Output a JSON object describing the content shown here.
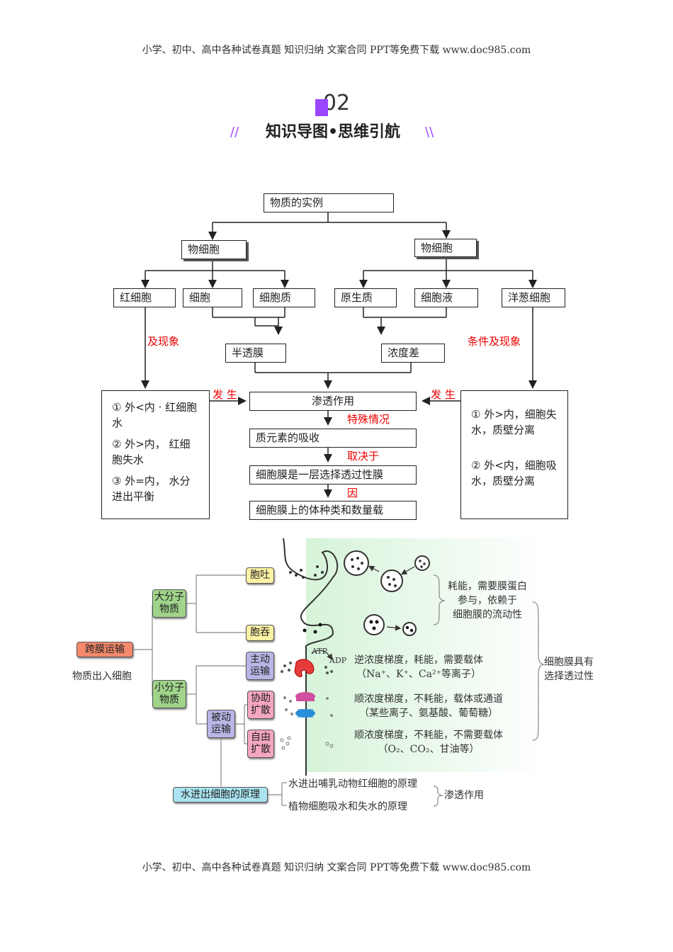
{
  "header_text": "小学、初中、高中各种试卷真题  知识归纳  文案合同  PPT等免费下载      www.doc985.com",
  "footer_text": "小学、初中、高中各种试卷真题  知识归纳  文案合同  PPT等免费下载      www.doc985.com",
  "section": {
    "number": "02",
    "title": "知识导图•思维引航",
    "deco_left": "//",
    "deco_right": "\\\\"
  },
  "map1": {
    "top": "物质的实例",
    "left_group": "物细胞",
    "right_group": "物细胞",
    "l1": "红细胞",
    "l2": "细胞",
    "l3": "细胞质",
    "r1": "原生质",
    "r2": "细胞液",
    "r3": "洋葱细胞",
    "mid1": "半透膜",
    "mid2": "浓度差",
    "left_red": "及现象",
    "right_red": "条件及现象",
    "fasheng_left": "发 生",
    "fasheng_right": "发 生",
    "c1": "渗透作用",
    "c1_red": "特殊情况",
    "c2": "质元素的吸收",
    "c2_red": "取决于",
    "c3": "细胞膜是一层选择透过性膜",
    "c3_red": "因",
    "c4": "细胞膜上的体种类和数量载",
    "left_box": [
      "① 外<内 · 红细胞水",
      "② 外>内，  红细胞失水",
      "③ 外=内，  水分进出平衡"
    ],
    "right_box": [
      "① 外>内，细胞失水，质壁分离",
      "② 外<内，细胞吸水，质壁分离"
    ]
  },
  "map2": {
    "root": "跨膜运输",
    "root_sub": "物质出入细胞",
    "macro": "大分子物质",
    "small": "小分子物质",
    "exo": "胞吐",
    "endo": "胞吞",
    "active": "主动运输",
    "passive": "被动运输",
    "facilitated": "协助扩散",
    "free": "自由扩散",
    "water": "水进出细胞的原理",
    "atp": "ATP",
    "adp": "ADP",
    "desc_macro": [
      "耗能，需要膜蛋白",
      "参与，依赖于",
      "细胞膜的流动性"
    ],
    "desc_active": [
      "逆浓度梯度，耗能，需要载体",
      "（Na⁺、K⁺、Ca²⁺等离子）"
    ],
    "desc_facilitated": [
      "顺浓度梯度，不耗能，载体或通道",
      "（某些离子、氨基酸、葡萄糖）"
    ],
    "desc_free": [
      "顺浓度梯度，不耗能，不需要载体",
      "（O₂、CO₂、甘油等）"
    ],
    "selective": [
      "细胞膜具有",
      "选择透过性"
    ],
    "water1": "水进出哺乳动物红细胞的原理",
    "water2": "植物细胞吸水和失水的原理",
    "osmosis": "渗透作用"
  },
  "colors": {
    "accent": "#9b46ff",
    "red": "#e00000",
    "root": "#f4896b",
    "green": "#9fd48a",
    "yellow": "#fff3a6",
    "purple": "#b8b6e6",
    "pink": "#f5a6c3",
    "cyan": "#a9e4f0"
  }
}
